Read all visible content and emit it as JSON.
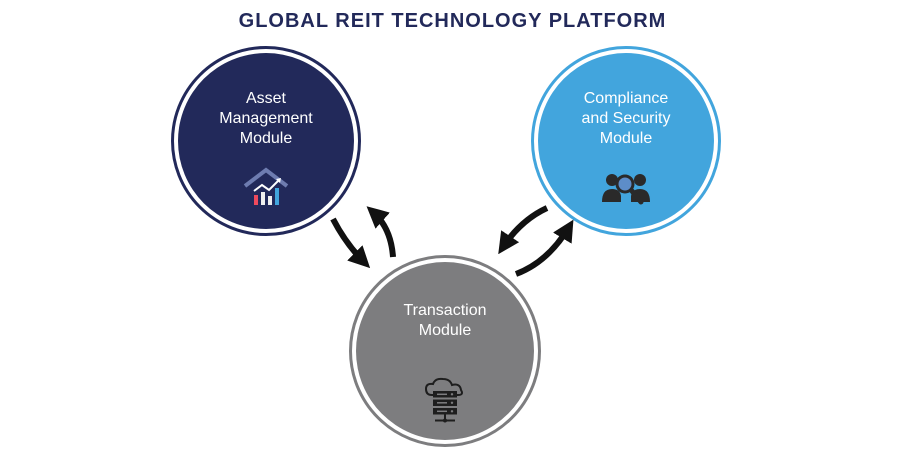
{
  "title": "GLOBAL REIT TECHNOLOGY PLATFORM",
  "colors": {
    "title": "#22295a",
    "asset": "#22295a",
    "compliance": "#42a5dd",
    "transaction": "#7d7d7f",
    "arrow": "#111111"
  },
  "nodes": {
    "asset": {
      "lines": [
        "Asset",
        "Management",
        "Module"
      ],
      "icon": "house-chart-icon"
    },
    "compliance": {
      "lines": [
        "Compliance",
        "and Security",
        "Module"
      ],
      "icon": "people-magnifier-icon"
    },
    "transaction": {
      "lines": [
        "Transaction",
        "Module"
      ],
      "icon": "cloud-server-icon"
    }
  },
  "connections": [
    {
      "from": "asset",
      "to": "transaction",
      "type": "bidirectional"
    },
    {
      "from": "compliance",
      "to": "transaction",
      "type": "bidirectional"
    }
  ]
}
